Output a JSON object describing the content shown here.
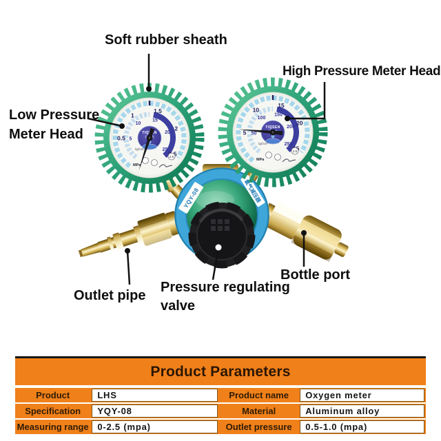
{
  "annotations": {
    "soft_rubber_sheath": "Soft rubber sheath",
    "high_pressure_meter_head": "High Pressure Meter Head",
    "low_pressure_line1": "Low Pressure",
    "low_pressure_line2": "Meter Head",
    "outlet_pipe": "Outlet pipe",
    "pressure_valve_line1": "Pressure regulating",
    "pressure_valve_line2": "valve",
    "bottle_port": "Bottle port"
  },
  "device": {
    "brand": "TIQSEN",
    "brand_sub": "氧气表",
    "body_model": "YQY-08",
    "body_label_cn": "氧气减压器",
    "unit_primary": "MPa",
    "unit_secondary": "kgf/cm²",
    "accuracy_class": "2.5",
    "low_gauge": {
      "outer": [
        "0.5",
        "1",
        "1.5",
        "2",
        "2.5"
      ],
      "inner": [
        "5",
        "10",
        "15",
        "20",
        "25"
      ]
    },
    "high_gauge": {
      "outer": [
        "5",
        "10",
        "15",
        "20",
        "25"
      ],
      "inner": [
        "50",
        "100",
        "150",
        "200",
        "250"
      ]
    }
  },
  "table": {
    "title": "Product Parameters",
    "rows": [
      {
        "c1_label": "Product",
        "c1_value": "LHS",
        "c2_label": "Product name",
        "c2_value": "Oxygen meter"
      },
      {
        "c1_label": "Specification",
        "c1_value": "YQY-08",
        "c2_label": "Material",
        "c2_value": "Aluminum alloy"
      },
      {
        "c1_label": "Measuring range",
        "c1_value": "0-2.5 (mpa)",
        "c2_label": "Outlet pressure",
        "c2_value": "0.5-1.0 (mpa)"
      }
    ]
  },
  "colors": {
    "accent_orange": "#f08019",
    "sheath_green": "#2ba077",
    "body_blue": "#3ea6d9",
    "dial_navy": "#3c3ea0",
    "brass": "#d9b85a"
  }
}
